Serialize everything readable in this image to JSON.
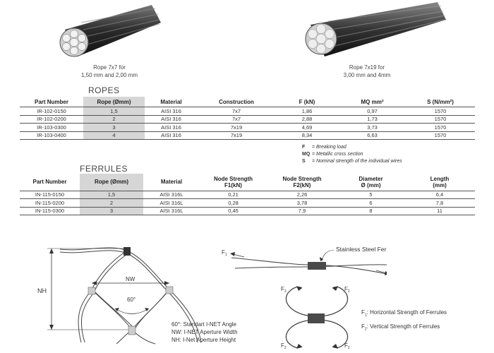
{
  "ropes_7x7": {
    "caption_line1": "Rope 7x7 for",
    "caption_line2": "1,50 mm and 2,00 mm"
  },
  "ropes_7x19": {
    "caption_line1": "Rope 7x19 for",
    "caption_line2": "3,00 mm and 4mm"
  },
  "ropes_table": {
    "title": "ROPES",
    "headers": [
      "Part Number",
      "Rope (Ømm)",
      "Material",
      "Construction",
      "F (kN)",
      "MQ mm²",
      "S (N/mm²)"
    ],
    "rows": [
      [
        "IR-102-0150",
        "1,5",
        "AISI 316",
        "7x7",
        "1,86",
        "0,97",
        "1570"
      ],
      [
        "IR-102-0200",
        "2",
        "AISI 316",
        "7x7",
        "2,88",
        "1,73",
        "1570"
      ],
      [
        "IR-103-0300",
        "3",
        "AISI 316",
        "7x19",
        "4,69",
        "3,73",
        "1570"
      ],
      [
        "IR-103-0400",
        "4",
        "AISI 316",
        "7x19",
        "8,34",
        "6,63",
        "1570"
      ]
    ]
  },
  "legend_notes": [
    {
      "key": "F",
      "text": "= Breaking load"
    },
    {
      "key": "MQ",
      "text": "= Metallic cross section"
    },
    {
      "key": "S",
      "text": "= Nominal strength of the individual wires"
    }
  ],
  "ferrules_table": {
    "title": "FERRULES",
    "headers": [
      {
        "l1": "Part Number",
        "l2": ""
      },
      {
        "l1": "Rope (Ømm)",
        "l2": ""
      },
      {
        "l1": "Material",
        "l2": ""
      },
      {
        "l1": "Node Strength",
        "l2": "F1(kN)"
      },
      {
        "l1": "Node Strength",
        "l2": "F2(kN)"
      },
      {
        "l1": "Diameter",
        "l2": "Ø (mm)"
      },
      {
        "l1": "Length",
        "l2": "(mm)"
      }
    ],
    "rows": [
      [
        "IN-115-0150",
        "1,5",
        "AISI 316L",
        "0,21",
        "2,26",
        "5",
        "6,4"
      ],
      [
        "IN-115-0200",
        "2",
        "AISI 316L",
        "0,28",
        "3,78",
        "6",
        "7,8"
      ],
      [
        "IN-115-0300",
        "3",
        "AISI 316L",
        "0,45",
        "7,9",
        "8",
        "11"
      ]
    ]
  },
  "mesh_diagram": {
    "nh_label": "NH",
    "nw_label": "NW",
    "angle_label": "60°",
    "legend": [
      {
        "key": "60°",
        "text": ": Standart I-NET Angle"
      },
      {
        "key": "NW",
        "text": ": I-NET Aperture Width"
      },
      {
        "key": "NH",
        "text": ": I-Net Aperture Height"
      }
    ]
  },
  "ferrule_diagram": {
    "ferrule_label": "Stainless Steel Ferrule",
    "f1_label": "F",
    "f1_sub": "1",
    "f2_label": "F",
    "f2_sub": "2",
    "legend": [
      {
        "key": "F",
        "sub": "1",
        "text": ": Horizontal Strength of Ferrules"
      },
      {
        "key": "F",
        "sub": "2",
        "text": ": Vertical Strength of Ferrules"
      }
    ]
  },
  "colors": {
    "shade": "#d6d6d6",
    "rope_dark": "#2b2b2b",
    "ferrule": "#4a4a4a"
  }
}
